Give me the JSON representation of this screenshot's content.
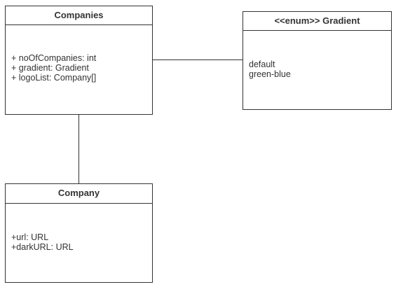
{
  "classes": {
    "companies": {
      "name": "Companies",
      "attributes": [
        "+ noOfCompanies: int",
        "+ gradient: Gradient",
        "+ logoList: Company[]"
      ]
    },
    "gradient": {
      "name": "<<enum>> Gradient",
      "values": [
        "default",
        "green-blue"
      ]
    },
    "company": {
      "name": "Company",
      "attributes": [
        "+url: URL",
        "+darkURL: URL"
      ]
    }
  },
  "relations": [
    {
      "from": "Companies",
      "to": "<<enum>> Gradient",
      "style": "solid line"
    },
    {
      "from": "Companies",
      "to": "Company",
      "style": "solid line"
    }
  ],
  "colors": {
    "line": "#333333",
    "background": "#ffffff",
    "text": "#333333"
  }
}
